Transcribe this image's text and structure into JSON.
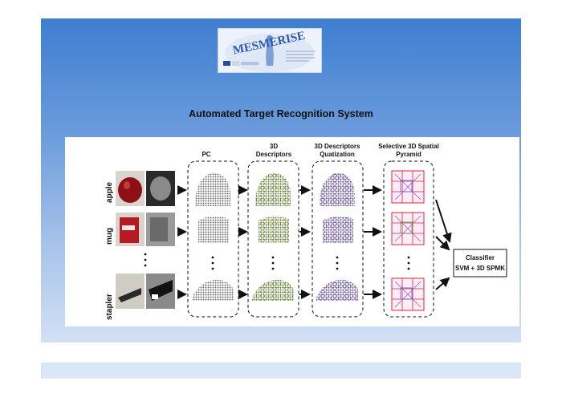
{
  "logo": {
    "wordmark": "MESMERISE"
  },
  "slide": {
    "title": "Automated Target Recognition System"
  },
  "diagram": {
    "objects": [
      "apple",
      "mug",
      "stapler"
    ],
    "stages": [
      {
        "id": "pc",
        "label_lines": [
          "PC"
        ]
      },
      {
        "id": "descriptors",
        "label_lines": [
          "3D",
          "Descriptors"
        ]
      },
      {
        "id": "quantization",
        "label_lines": [
          "3D Descriptors",
          "Quatization"
        ]
      },
      {
        "id": "pyramid",
        "label_lines": [
          "Selective 3D Spatial",
          "Pyramid"
        ]
      }
    ],
    "classifier": {
      "line1": "Classifier",
      "line2": "SVM + 3D SPMK"
    }
  },
  "colors": {
    "slide_top": "#3f7ed0",
    "slide_bottom": "#d2e0f5",
    "logo_text": "#2c57b5",
    "pyramid_red": "#e0243b",
    "pyramid_magenta": "#c23ad3"
  }
}
